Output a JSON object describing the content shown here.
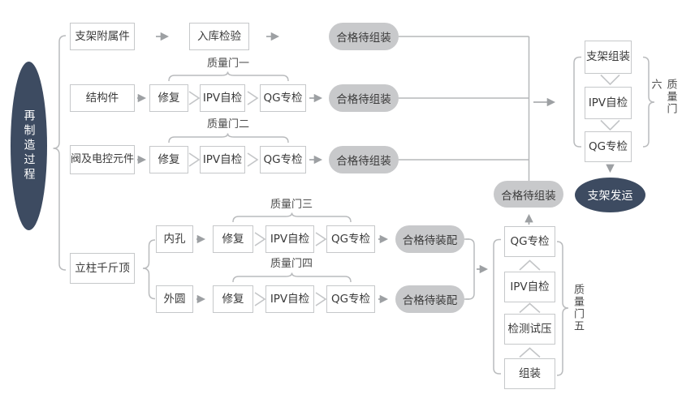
{
  "colors": {
    "dark_node": "#3d4b61",
    "pill_gray": "#c8c9cb",
    "box_border": "#c6c8ca",
    "wire_gray": "#b6b8ba",
    "arrow_gray": "#9da0a3",
    "text_dark": "#3a3a3a",
    "text_white": "#ffffff"
  },
  "process": {
    "label": "再制造过程"
  },
  "rows": {
    "accessories": {
      "part": "支架附属件",
      "inspection": "入库检验",
      "result": "合格待组装"
    },
    "structural": {
      "part": "结构件",
      "repair": "修复",
      "self_check": "IPV自检",
      "special_check": "QG专检",
      "result": "合格待组装",
      "gate": "质量门一"
    },
    "valve": {
      "part": "阀及电控元件",
      "repair": "修复",
      "self_check": "IPV自检",
      "special_check": "QG专检",
      "result": "合格待组装",
      "gate": "质量门二"
    },
    "jack": {
      "part": "立柱千斤顶",
      "inner": {
        "part": "内孔",
        "repair": "修复",
        "self_check": "IPV自检",
        "special_check": "QG专检",
        "result": "合格待装配",
        "gate": "质量门三"
      },
      "outer": {
        "part": "外圆",
        "repair": "修复",
        "self_check": "IPV自检",
        "special_check": "QG专检",
        "result": "合格待装配",
        "gate": "质量门四"
      }
    }
  },
  "jack_assembly": {
    "steps": [
      "QG专检",
      "IPV自检",
      "检测试压",
      "组装"
    ],
    "gate": "质量门五",
    "result": "合格待组装"
  },
  "bracket_assembly": {
    "steps": [
      "支架组装",
      "IPV自检",
      "QG专检"
    ],
    "gate": "质量门六"
  },
  "final": {
    "label": "支架发运"
  }
}
